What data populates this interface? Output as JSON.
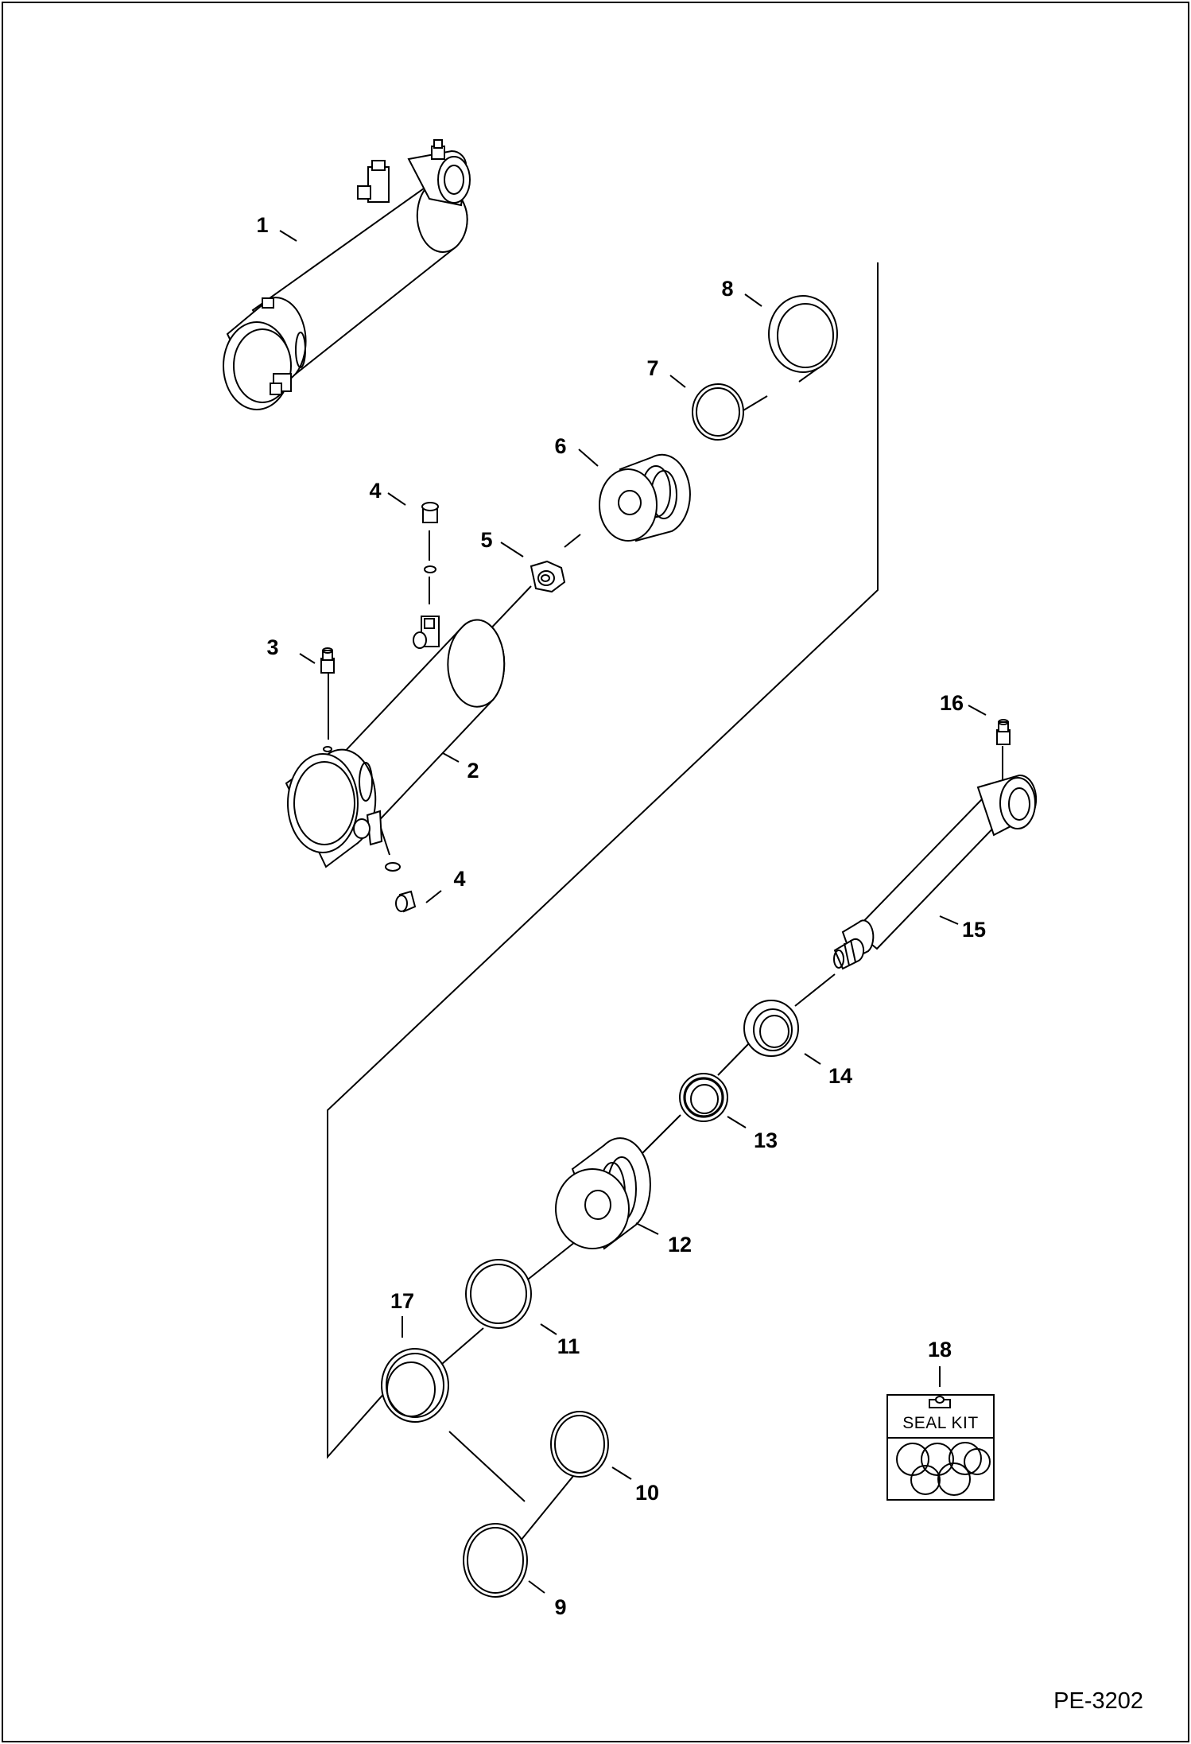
{
  "callouts": [
    {
      "id": "1",
      "text": "1"
    },
    {
      "id": "2",
      "text": "2"
    },
    {
      "id": "3",
      "text": "3"
    },
    {
      "id": "4a",
      "text": "4"
    },
    {
      "id": "4b",
      "text": "4"
    },
    {
      "id": "5",
      "text": "5"
    },
    {
      "id": "6",
      "text": "6"
    },
    {
      "id": "7",
      "text": "7"
    },
    {
      "id": "8",
      "text": "8"
    },
    {
      "id": "9",
      "text": "9"
    },
    {
      "id": "10",
      "text": "10"
    },
    {
      "id": "11",
      "text": "11"
    },
    {
      "id": "12",
      "text": "12"
    },
    {
      "id": "13",
      "text": "13"
    },
    {
      "id": "14",
      "text": "14"
    },
    {
      "id": "15",
      "text": "15"
    },
    {
      "id": "16",
      "text": "16"
    },
    {
      "id": "17",
      "text": "17"
    },
    {
      "id": "18",
      "text": "18"
    }
  ],
  "seal_kit": {
    "label": "SEAL KIT"
  },
  "figure_code": "PE-3202",
  "colors": {
    "line": "#000000",
    "background": "#ffffff"
  }
}
